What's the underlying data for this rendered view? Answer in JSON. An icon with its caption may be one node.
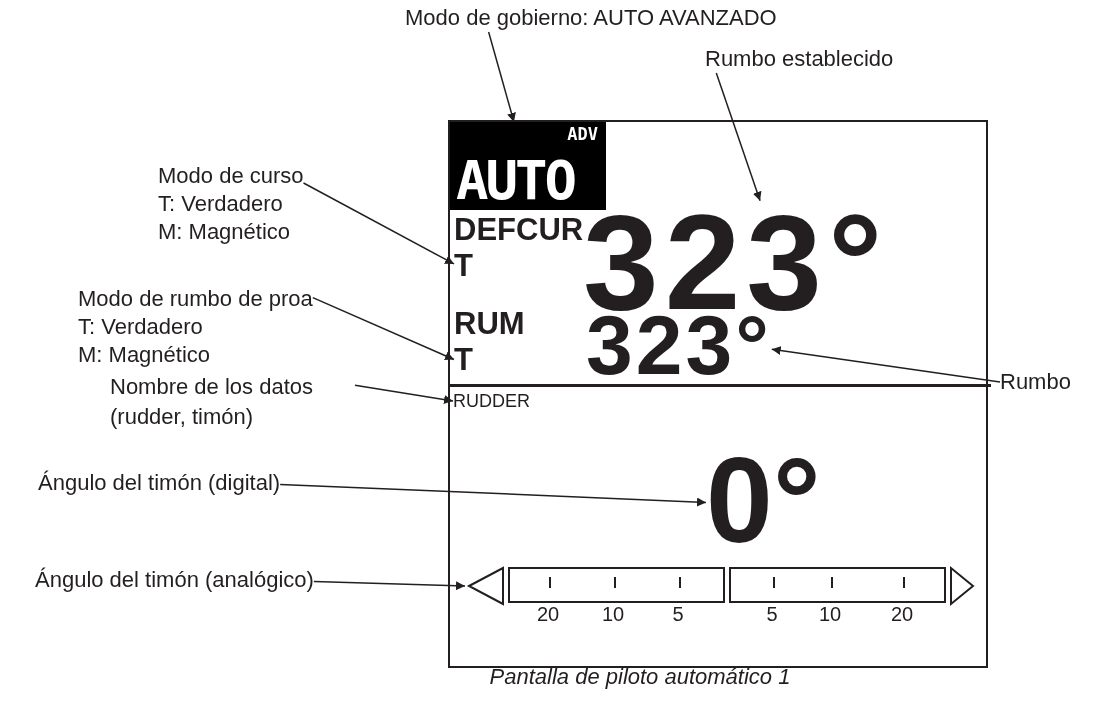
{
  "diagram": {
    "caption": "Pantalla de piloto automático 1",
    "nodes": [
      {
        "text": [
          "Modo de gobierno: AUTO AVANZADO"
        ]
      },
      {
        "text": [
          "Rumbo establecido"
        ]
      },
      {
        "text": [
          "Modo de curso",
          "T: Verdadero",
          "M: Magnético"
        ]
      },
      {
        "text": [
          "Modo de rumbo de proa",
          "T: Verdadero",
          "M: Magnético"
        ]
      },
      {
        "text": [
          "Nombre de los datos (rudder, timón)"
        ]
      },
      {
        "text": [
          "Ángulo del timón (digital)"
        ]
      },
      {
        "text": [
          "Ángulo del timón (analógico)"
        ]
      },
      {
        "text": [
          "Rumbo"
        ]
      },
      {
        "text": [],
        "shape": "box"
      },
      {
        "text": [
          "ADV",
          "AUTO"
        ],
        "in": 8
      },
      {
        "text": [
          "DEFCUR"
        ],
        "in": 8
      },
      {
        "text": [
          "T"
        ],
        "in": 8
      },
      {
        "text": [
          "323°"
        ],
        "in": 8
      },
      {
        "text": [
          "RUM"
        ],
        "in": 8
      },
      {
        "text": [
          "T"
        ],
        "in": 8
      },
      {
        "text": [
          "323°"
        ],
        "in": 8
      },
      {
        "text": [
          "RUDDER"
        ],
        "in": 8
      },
      {
        "text": [
          "0°"
        ],
        "in": 8
      },
      {
        "text": [],
        "shape": "bar",
        "in": 8
      }
    ],
    "edges": [
      {
        "from": 0,
        "to": 9,
        "arrow": "to"
      },
      {
        "from": 1,
        "to": 12,
        "arrow": "to"
      },
      {
        "from": 2,
        "to": 11,
        "arrow": "to"
      },
      {
        "from": 3,
        "to": 14,
        "arrow": "to"
      },
      {
        "from": 4,
        "to": 16,
        "arrow": "to"
      },
      {
        "from": 5,
        "to": 17,
        "arrow": "to"
      },
      {
        "from": 6,
        "to": 18,
        "arrow": "to"
      },
      {
        "from": 7,
        "to": 15,
        "arrow": "to"
      }
    ],
    "labels": [
      "20",
      "10",
      "5",
      "5",
      "10",
      "20"
    ]
  }
}
